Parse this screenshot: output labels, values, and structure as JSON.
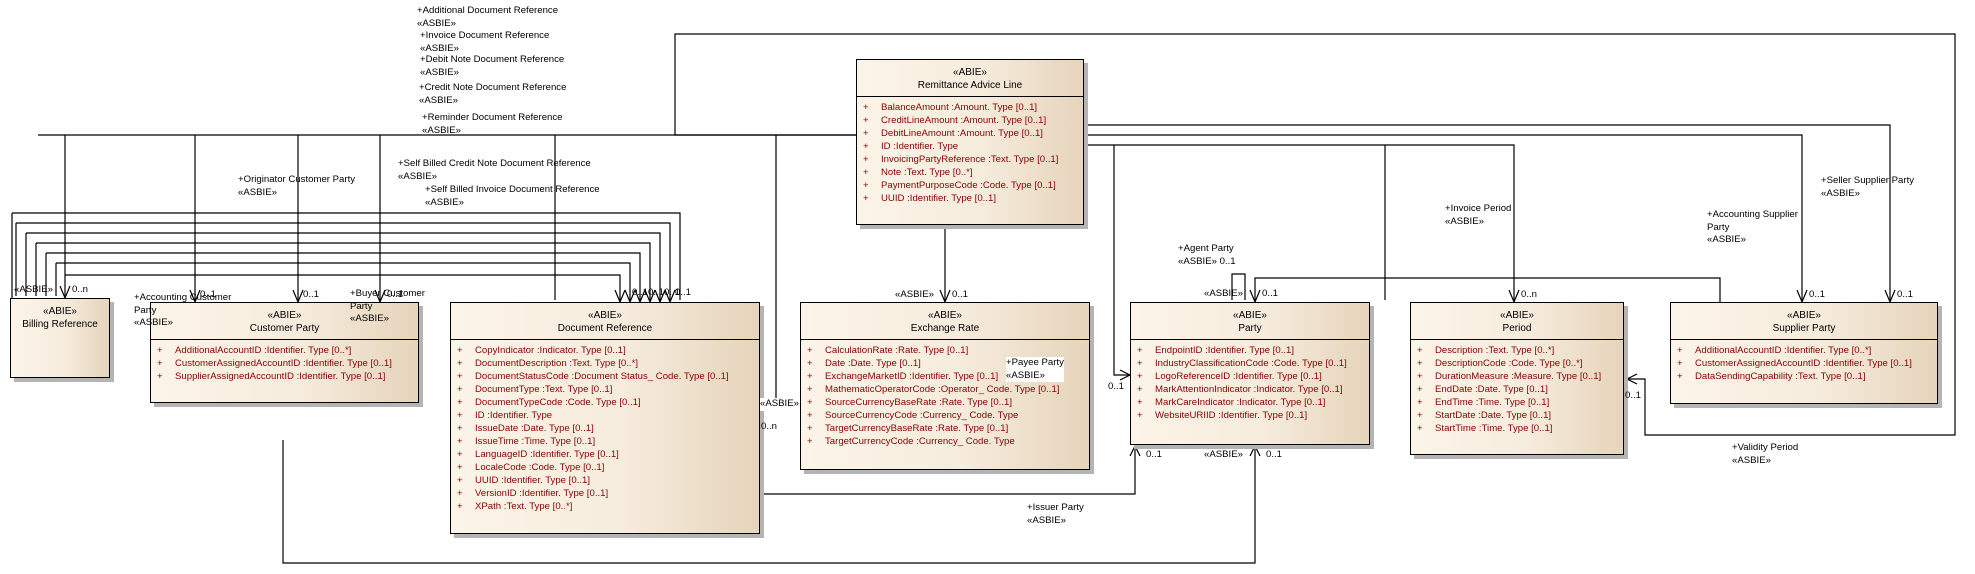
{
  "diagram": {
    "type": "UML class diagram",
    "classes": {
      "remittance": {
        "stereotype": "«ABIE»",
        "name": "Remittance Advice Line",
        "attributes": [
          {
            "vis": "+",
            "text": "BalanceAmount  :Amount. Type [0..1]"
          },
          {
            "vis": "+",
            "text": "CreditLineAmount  :Amount. Type [0..1]"
          },
          {
            "vis": "+",
            "text": "DebitLineAmount  :Amount. Type [0..1]"
          },
          {
            "vis": "+",
            "text": "ID  :Identifier. Type"
          },
          {
            "vis": "+",
            "text": "InvoicingPartyReference  :Text. Type [0..1]"
          },
          {
            "vis": "+",
            "text": "Note  :Text. Type [0..*]"
          },
          {
            "vis": "+",
            "text": "PaymentPurposeCode  :Code. Type [0..1]"
          },
          {
            "vis": "+",
            "text": "UUID  :Identifier. Type [0..1]"
          }
        ]
      },
      "billing": {
        "stereotype": "«ABIE»",
        "name": "Billing Reference",
        "attributes": []
      },
      "customer": {
        "stereotype": "«ABIE»",
        "name": "Customer Party",
        "attributes": [
          {
            "vis": "+",
            "text": "AdditionalAccountID  :Identifier. Type [0..*]"
          },
          {
            "vis": "+",
            "text": "CustomerAssignedAccountID  :Identifier. Type [0..1]"
          },
          {
            "vis": "+",
            "text": "SupplierAssignedAccountID  :Identifier. Type [0..1]"
          }
        ]
      },
      "docref": {
        "stereotype": "«ABIE»",
        "name": "Document Reference",
        "attributes": [
          {
            "vis": "+",
            "text": "CopyIndicator  :Indicator. Type [0..1]"
          },
          {
            "vis": "+",
            "text": "DocumentDescription  :Text. Type [0..*]"
          },
          {
            "vis": "+",
            "text": "DocumentStatusCode  :Document Status_ Code. Type [0..1]"
          },
          {
            "vis": "+",
            "text": "DocumentType  :Text. Type [0..1]"
          },
          {
            "vis": "+",
            "text": "DocumentTypeCode  :Code. Type [0..1]"
          },
          {
            "vis": "+",
            "text": "ID  :Identifier. Type"
          },
          {
            "vis": "+",
            "text": "IssueDate  :Date. Type [0..1]"
          },
          {
            "vis": "+",
            "text": "IssueTime  :Time. Type [0..1]"
          },
          {
            "vis": "+",
            "text": "LanguageID  :Identifier. Type [0..1]"
          },
          {
            "vis": "+",
            "text": "LocaleCode  :Code. Type [0..1]"
          },
          {
            "vis": "+",
            "text": "UUID  :Identifier. Type [0..1]"
          },
          {
            "vis": "+",
            "text": "VersionID  :Identifier. Type [0..1]"
          },
          {
            "vis": "+",
            "text": "XPath  :Text. Type [0..*]"
          }
        ]
      },
      "exchange": {
        "stereotype": "«ABIE»",
        "name": "Exchange Rate",
        "attributes": [
          {
            "vis": "+",
            "text": "CalculationRate  :Rate. Type [0..1]"
          },
          {
            "vis": "+",
            "text": "Date  :Date. Type [0..1]"
          },
          {
            "vis": "+",
            "text": "ExchangeMarketID  :Identifier. Type [0..1]"
          },
          {
            "vis": "+",
            "text": "MathematicOperatorCode  :Operator_ Code. Type [0..1]"
          },
          {
            "vis": "+",
            "text": "SourceCurrencyBaseRate  :Rate. Type [0..1]"
          },
          {
            "vis": "+",
            "text": "SourceCurrencyCode  :Currency_ Code. Type"
          },
          {
            "vis": "+",
            "text": "TargetCurrencyBaseRate  :Rate. Type [0..1]"
          },
          {
            "vis": "+",
            "text": "TargetCurrencyCode  :Currency_ Code. Type"
          }
        ]
      },
      "party": {
        "stereotype": "«ABIE»",
        "name": "Party",
        "attributes": [
          {
            "vis": "+",
            "text": "EndpointID  :Identifier. Type [0..1]"
          },
          {
            "vis": "+",
            "text": "IndustryClassificationCode  :Code. Type [0..1]"
          },
          {
            "vis": "+",
            "text": "LogoReferenceID  :Identifier. Type [0..1]"
          },
          {
            "vis": "+",
            "text": "MarkAttentionIndicator  :Indicator. Type [0..1]"
          },
          {
            "vis": "+",
            "text": "MarkCareIndicator  :Indicator. Type [0..1]"
          },
          {
            "vis": "+",
            "text": "WebsiteURIID  :Identifier. Type [0..1]"
          }
        ]
      },
      "period": {
        "stereotype": "«ABIE»",
        "name": "Period",
        "attributes": [
          {
            "vis": "+",
            "text": "Description  :Text. Type [0..*]"
          },
          {
            "vis": "+",
            "text": "DescriptionCode  :Code. Type [0..*]"
          },
          {
            "vis": "+",
            "text": "DurationMeasure  :Measure. Type [0..1]"
          },
          {
            "vis": "+",
            "text": "EndDate  :Date. Type [0..1]"
          },
          {
            "vis": "+",
            "text": "EndTime  :Time. Type [0..1]"
          },
          {
            "vis": "+",
            "text": "StartDate  :Date. Type [0..1]"
          },
          {
            "vis": "+",
            "text": "StartTime  :Time. Type [0..1]"
          }
        ]
      },
      "supplier": {
        "stereotype": "«ABIE»",
        "name": "Supplier Party",
        "attributes": [
          {
            "vis": "+",
            "text": "AdditionalAccountID  :Identifier. Type [0..*]"
          },
          {
            "vis": "+",
            "text": "CustomerAssignedAccountID  :Identifier. Type [0..1]"
          },
          {
            "vis": "+",
            "text": "DataSendingCapability  :Text. Type [0..1]"
          }
        ]
      }
    },
    "labels": {
      "additional_docref": [
        "+Additional Document Reference",
        "«ASBIE»"
      ],
      "invoice_docref": [
        "+Invoice Document Reference",
        "«ASBIE»"
      ],
      "debit_docref": [
        "+Debit Note Document Reference",
        "«ASBIE»"
      ],
      "credit_docref": [
        "+Credit Note Document Reference",
        "«ASBIE»"
      ],
      "reminder_docref": [
        "+Reminder Document Reference",
        "«ASBIE»"
      ],
      "sb_credit_docref": [
        "+Self Billed Credit Note Document Reference",
        "«ASBIE»"
      ],
      "sb_invoice_docref": [
        "+Self Billed Invoice Document Reference",
        "«ASBIE»"
      ],
      "originator_customer": [
        "+Originator Customer Party",
        "«ASBIE»"
      ],
      "accounting_customer": [
        "+Accounting Customer",
        "Party",
        "«ASBIE»"
      ],
      "buyer_customer": [
        "+Buyer Customer",
        "Party",
        "«ASBIE»"
      ],
      "billing_asbie": "«ASBIE»",
      "billing_mult": "0..n",
      "cust_mult_1": "0..1",
      "cust_mult_2": "0..1",
      "cust_mult_3": "0..1",
      "docref_mults": "0..10..10..1",
      "docref_mult_last": "0..1",
      "exchange_asbie": "«ASBIE»",
      "exchange_mult": "0..1",
      "docref_side_asbie": "«ASBIE»",
      "docref_side_mult": "0..n",
      "payee_party": [
        "+Payee Party",
        "«ASBIE»"
      ],
      "agent_party": [
        "+Agent Party",
        "«ASBIE» 0..1"
      ],
      "party_top_asbie": "«ASBIE»",
      "party_top_mult": "0..1",
      "party_left_mult": "0..1",
      "party_bottom_mult_1": "0..1",
      "party_bottom_asbie": "«ASBIE»",
      "party_bottom_mult_2": "0..1",
      "issuer_party": [
        "+Issuer Party",
        "«ASBIE»"
      ],
      "invoice_period": [
        "+Invoice Period",
        "«ASBIE»"
      ],
      "period_mult": "0..n",
      "accounting_supplier": [
        "+Accounting Supplier",
        "Party",
        "«ASBIE»"
      ],
      "seller_supplier": [
        "+Seller Supplier Party",
        "«ASBIE»"
      ],
      "supplier_mult_1": "0..1",
      "supplier_mult_2": "0..1",
      "validity_period": [
        "+Validity Period",
        "«ASBIE»"
      ],
      "period_side_mult": "0..1"
    }
  }
}
